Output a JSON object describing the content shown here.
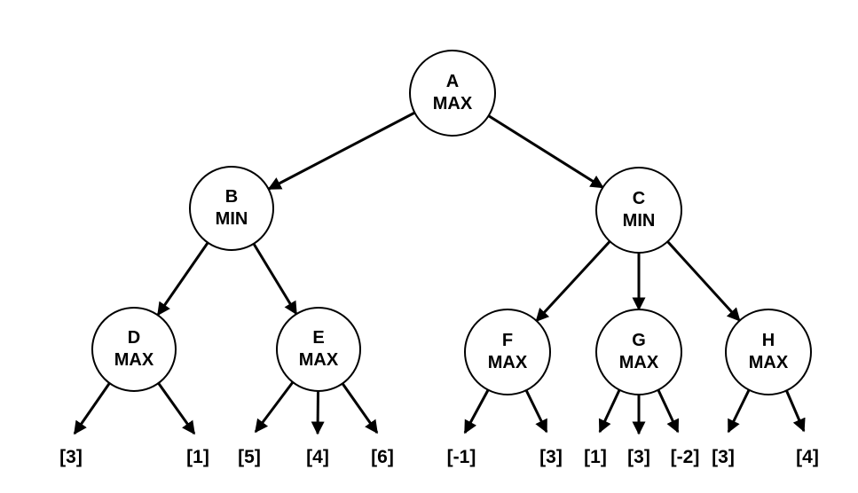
{
  "colors": {
    "background": "#ffffff",
    "ink": "#000000"
  },
  "tree": {
    "kind": "minimax-game-tree",
    "nodes": {
      "A": {
        "name": "A",
        "role": "MAX"
      },
      "B": {
        "name": "B",
        "role": "MIN"
      },
      "C": {
        "name": "C",
        "role": "MIN"
      },
      "D": {
        "name": "D",
        "role": "MAX"
      },
      "E": {
        "name": "E",
        "role": "MAX"
      },
      "F": {
        "name": "F",
        "role": "MAX"
      },
      "G": {
        "name": "G",
        "role": "MAX"
      },
      "H": {
        "name": "H",
        "role": "MAX"
      }
    },
    "edges": [
      {
        "from": "A",
        "to": "B"
      },
      {
        "from": "A",
        "to": "C"
      },
      {
        "from": "B",
        "to": "D"
      },
      {
        "from": "B",
        "to": "E"
      },
      {
        "from": "C",
        "to": "F"
      },
      {
        "from": "C",
        "to": "G"
      },
      {
        "from": "C",
        "to": "H"
      },
      {
        "from": "D",
        "to": "[3]"
      },
      {
        "from": "D",
        "to": "[1]"
      },
      {
        "from": "E",
        "to": "[5]"
      },
      {
        "from": "E",
        "to": "[4]"
      },
      {
        "from": "E",
        "to": "[6]"
      },
      {
        "from": "F",
        "to": "[-1]"
      },
      {
        "from": "F",
        "to": "[3]"
      },
      {
        "from": "G",
        "to": "[1]"
      },
      {
        "from": "G",
        "to": "[3]"
      },
      {
        "from": "G",
        "to": "[-2]"
      },
      {
        "from": "H",
        "to": "[3]"
      },
      {
        "from": "H",
        "to": "[4]"
      }
    ],
    "leaves": {
      "D": [
        "[3]",
        "[1]"
      ],
      "E": [
        "[5]",
        "[4]",
        "[6]"
      ],
      "F": [
        "[-1]",
        "[3]"
      ],
      "G": [
        "[1]",
        "[3]",
        "[-2]"
      ],
      "H": [
        "[3]",
        "[4]"
      ]
    }
  }
}
